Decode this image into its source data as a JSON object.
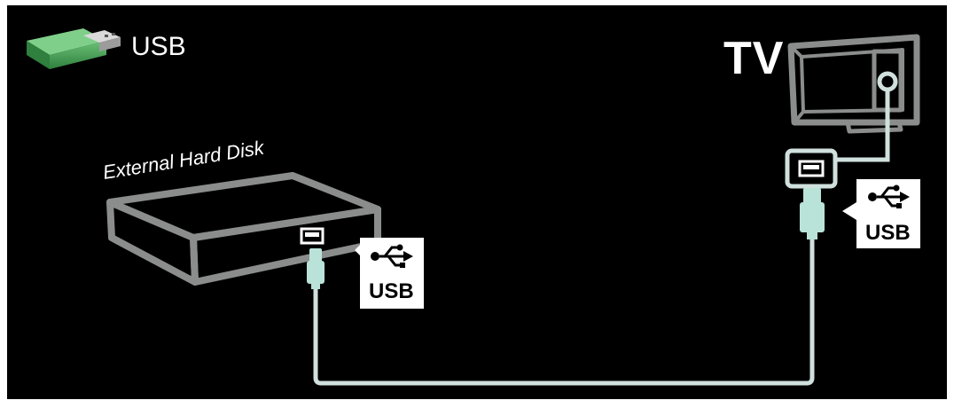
{
  "header": {
    "title": "USB",
    "icon": "usb-stick-icon"
  },
  "devices": {
    "tv_label": "TV",
    "disk_label": "External Hard Disk"
  },
  "badges": [
    {
      "label": "USB",
      "icon": "usb-trident-icon"
    },
    {
      "label": "USB",
      "icon": "usb-trident-icon"
    }
  ],
  "colors": {
    "background": "#000000",
    "outline": "#8a8d8c",
    "cable": "#cfe0dd",
    "connector": "#b9e2d9",
    "stick": "#4aa85a",
    "badge": "#ffffff"
  }
}
